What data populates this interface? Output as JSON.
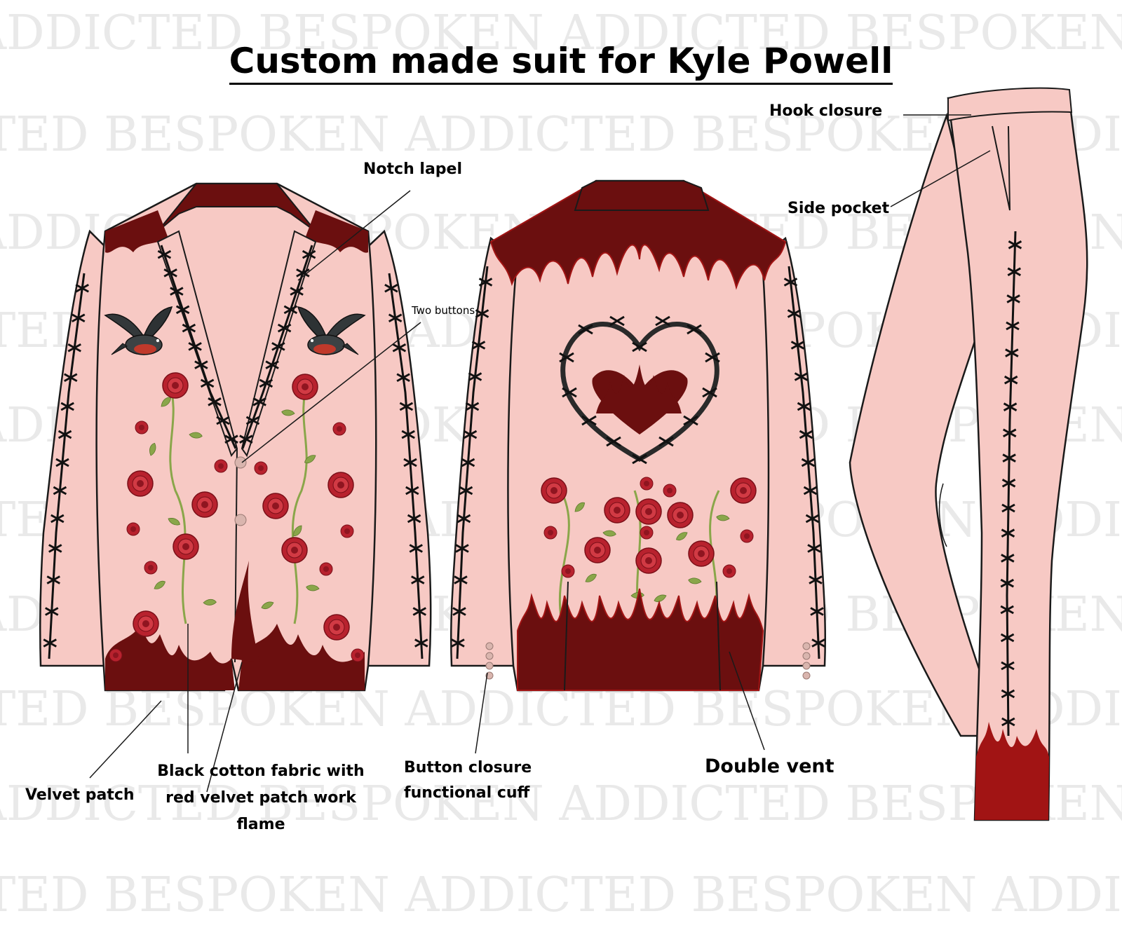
{
  "title": "Custom made suit for Kyle Powell",
  "watermark": {
    "text": "ADDICTED BESPOKEN"
  },
  "labels": {
    "notch_lapel": "Notch lapel",
    "two_buttons": "Two buttons",
    "hook_closure": "Hook closure",
    "side_pocket": "Side pocket",
    "velvet_patch": "Velvet patch",
    "fabric_line1": "Black cotton fabric  with",
    "fabric_line2": "red velvet patch work",
    "fabric_line3": "flame",
    "cuff_line1": "Button closure",
    "cuff_line2": "functional cuff",
    "double_vent": "Double vent"
  },
  "colors": {
    "fabric_pink": "#f7c9c4",
    "velvet_maroon": "#6b0f0f",
    "flame_red": "#a11414",
    "rose_red": "#b8222e",
    "leaf_green": "#8aa64a",
    "outline": "#1a1a1a"
  }
}
